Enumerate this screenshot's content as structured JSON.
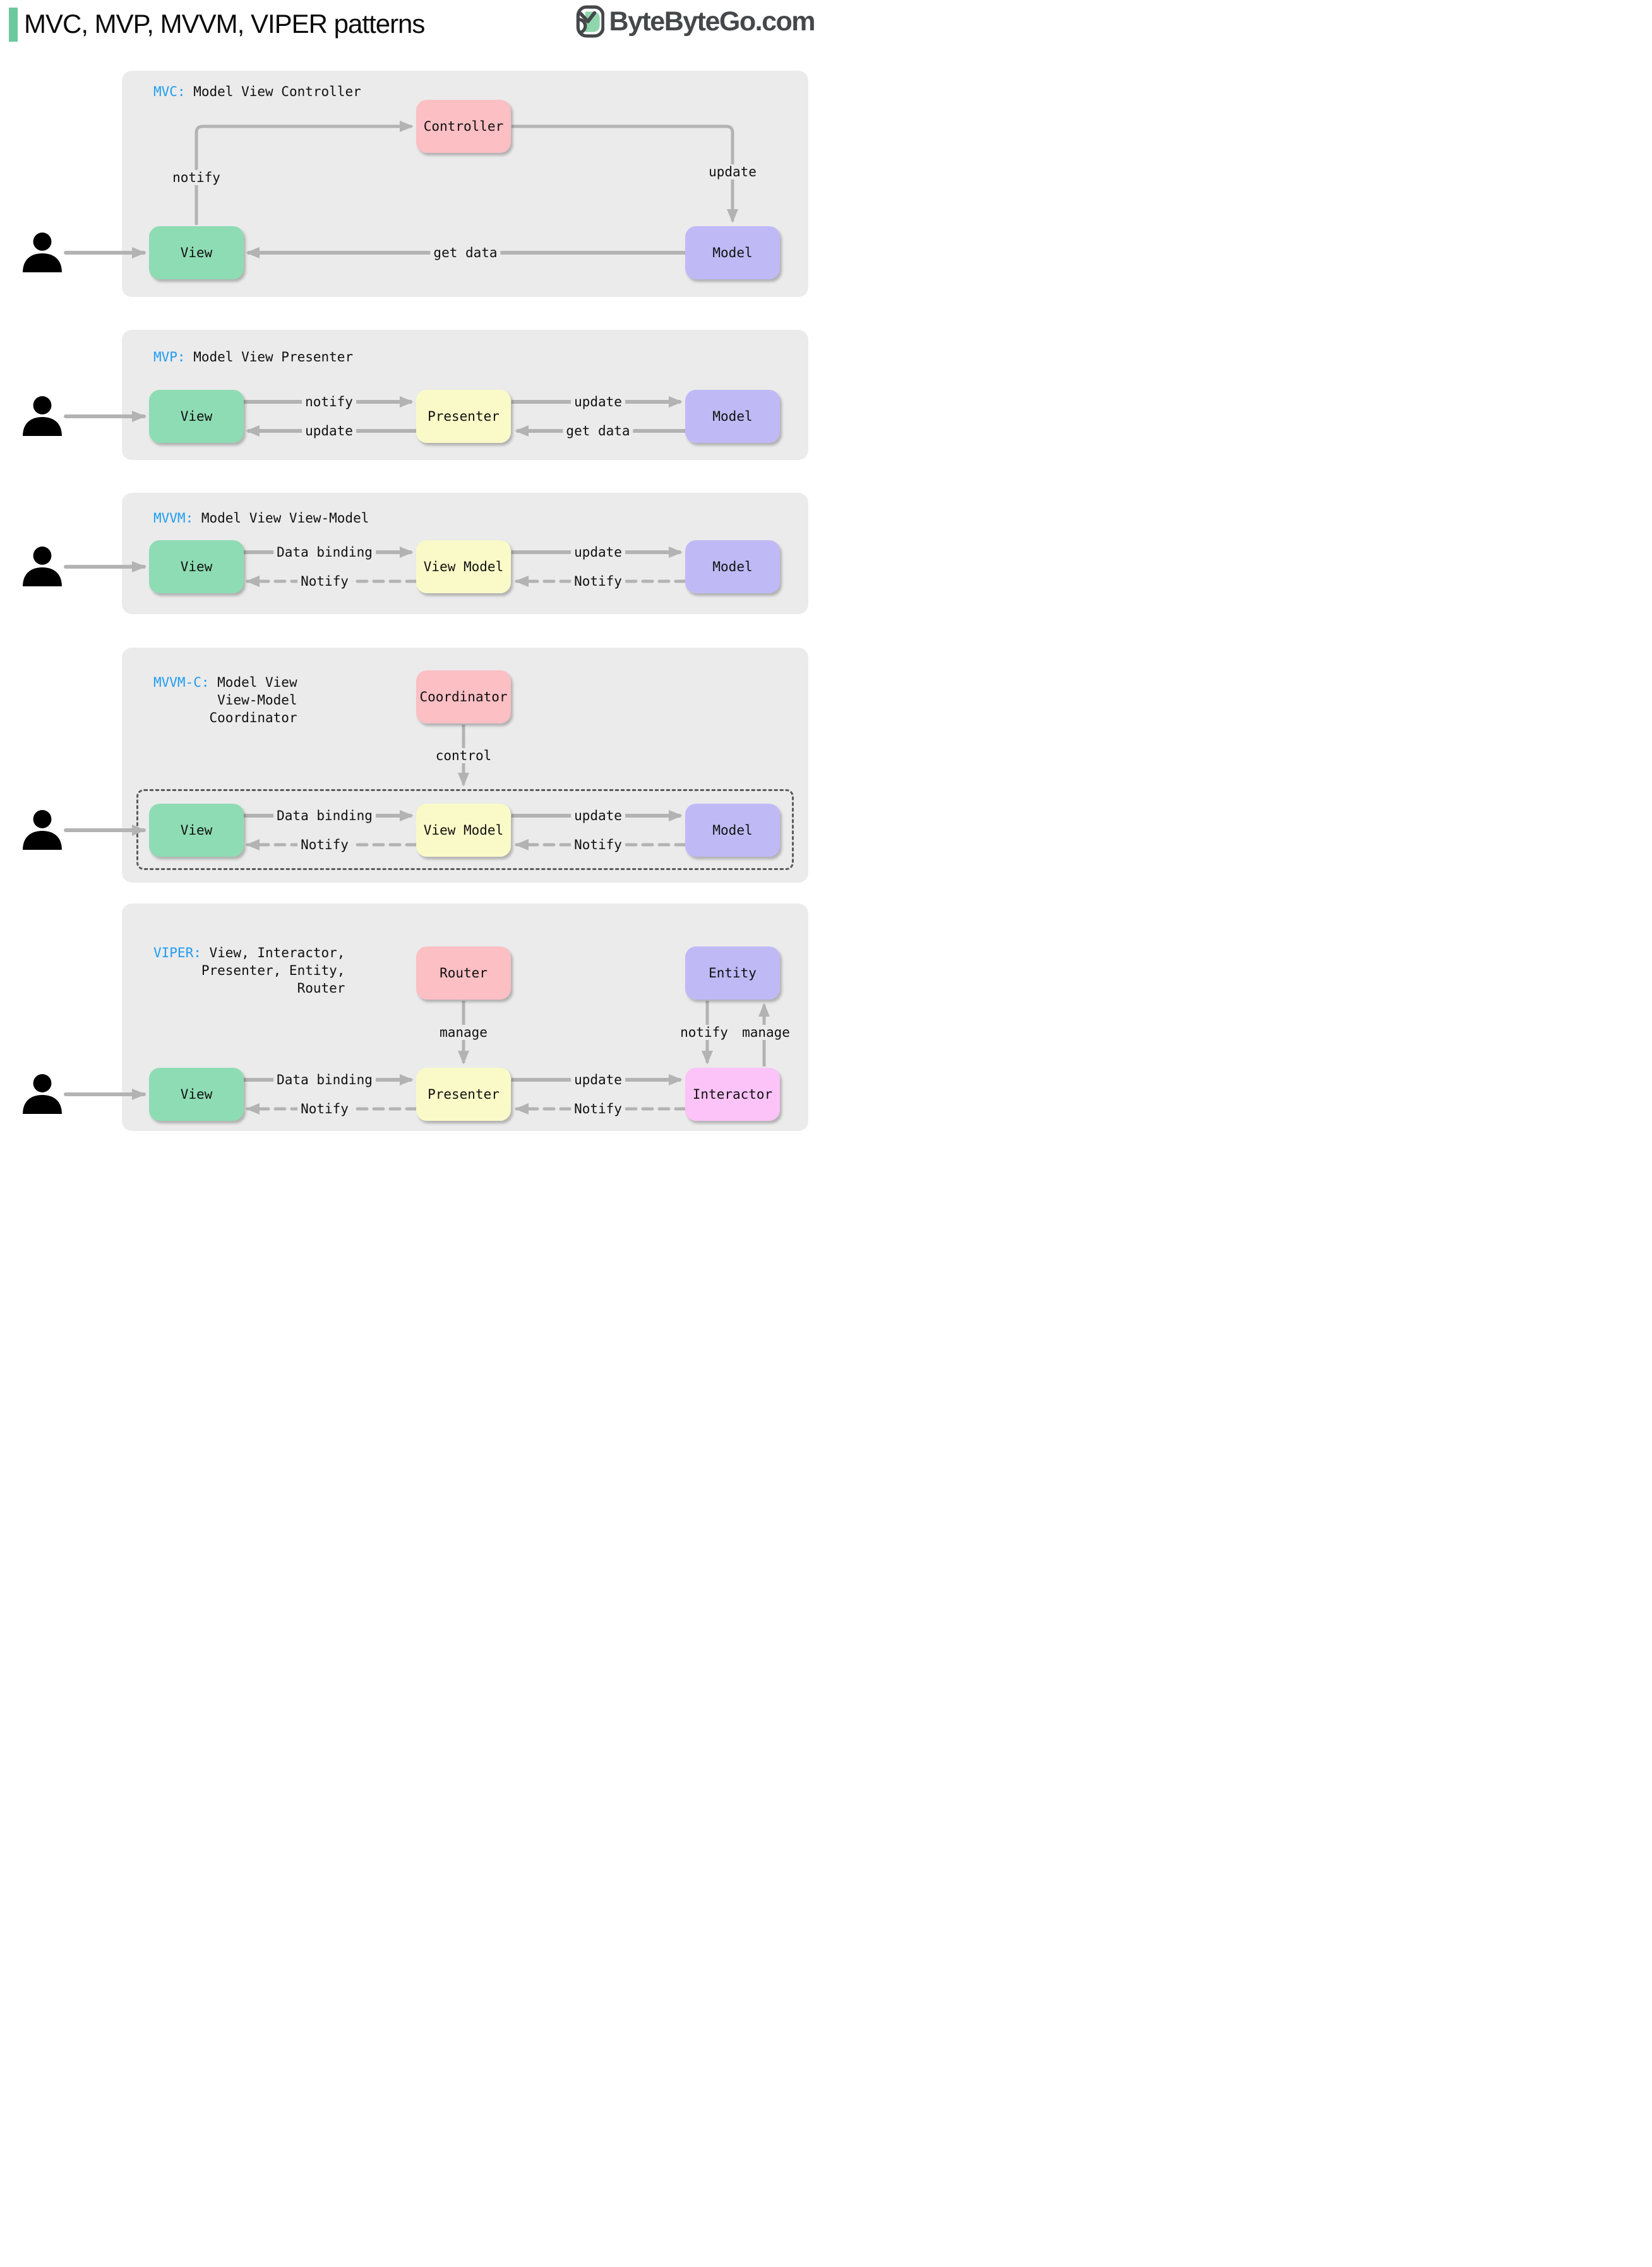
{
  "header": {
    "title": "MVC, MVP, MVVM, VIPER patterns",
    "logo_text": "ByteByteGo.com"
  },
  "colors": {
    "accent-green": "#6cc99e",
    "panel-gray": "#ebebeb",
    "box-green": "#8edcb4",
    "box-pink": "#fbbfc4",
    "box-purple": "#bfbaf6",
    "box-yellow": "#fafac8",
    "box-magenta": "#fbc3f7",
    "label-blue": "#1f9cf0",
    "arrow-gray": "#b3b3b3",
    "logo-gray": "#45484b"
  },
  "sections": {
    "mvc": {
      "title_prefix": "MVC:",
      "title_rest": " Model View Controller",
      "boxes": {
        "controller": "Controller",
        "view": "View",
        "model": "Model"
      },
      "labels": {
        "notify": "notify",
        "update": "update",
        "get_data": "get data"
      }
    },
    "mvp": {
      "title_prefix": "MVP:",
      "title_rest": " Model View Presenter",
      "boxes": {
        "view": "View",
        "presenter": "Presenter",
        "model": "Model"
      },
      "labels": {
        "notify": "notify",
        "update_left": "update",
        "update_right": "update",
        "get_data": "get data"
      }
    },
    "mvvm": {
      "title_prefix": "MVVM:",
      "title_rest": " Model View View-Model",
      "boxes": {
        "view": "View",
        "view_model": "View Model",
        "model": "Model"
      },
      "labels": {
        "data_binding": "Data binding",
        "notify_left": "Notify",
        "update": "update",
        "notify_right": "Notify"
      }
    },
    "mvvm_c": {
      "title_prefix": "MVVM-C:",
      "title_rest": " Model View",
      "title_line2": "View-Model",
      "title_line3": "Coordinator",
      "boxes": {
        "coordinator": "Coordinator",
        "view": "View",
        "view_model": "View Model",
        "model": "Model"
      },
      "labels": {
        "control": "control",
        "data_binding": "Data binding",
        "notify_left": "Notify",
        "update": "update",
        "notify_right": "Notify"
      }
    },
    "viper": {
      "title_prefix": "VIPER:",
      "title_rest": " View, Interactor,",
      "title_line2": "Presenter, Entity,",
      "title_line3": "Router",
      "boxes": {
        "router": "Router",
        "entity": "Entity",
        "view": "View",
        "presenter": "Presenter",
        "interactor": "Interactor"
      },
      "labels": {
        "manage_router": "manage",
        "notify_entity": "notify",
        "manage_entity": "manage",
        "data_binding": "Data binding",
        "notify_left": "Notify",
        "update": "update",
        "notify_right": "Notify"
      }
    }
  }
}
